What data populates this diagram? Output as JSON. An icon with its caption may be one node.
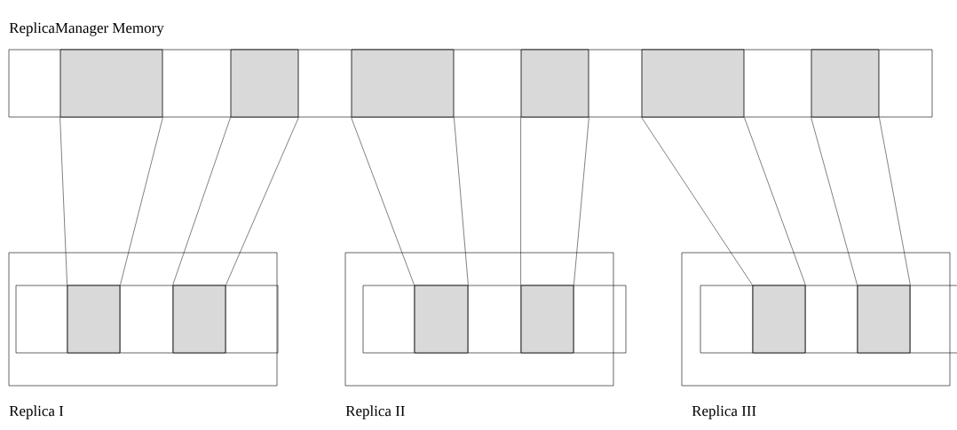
{
  "diagram": {
    "nodes": [
      {
        "text": [
          "ReplicaManager Memory"
        ]
      },
      {
        "text": [],
        "shape": "box",
        "in": 0
      },
      {
        "text": [],
        "shape": "box",
        "in": 0
      },
      {
        "text": [],
        "shape": "box",
        "in": 0
      },
      {
        "text": [],
        "shape": "box",
        "in": 0
      },
      {
        "text": [],
        "shape": "box",
        "in": 0
      },
      {
        "text": [],
        "shape": "box",
        "in": 0
      },
      {
        "text": [
          "Replica I"
        ]
      },
      {
        "text": [],
        "shape": "box",
        "in": 7
      },
      {
        "text": [],
        "shape": "box",
        "in": 7
      },
      {
        "text": [
          "Replica II"
        ]
      },
      {
        "text": [],
        "shape": "box",
        "in": 10
      },
      {
        "text": [],
        "shape": "box",
        "in": 10
      },
      {
        "text": [
          "Replica III"
        ]
      },
      {
        "text": [],
        "shape": "box",
        "in": 13
      },
      {
        "text": [],
        "shape": "box",
        "in": 13
      }
    ],
    "edges": [
      {
        "from": 1,
        "to": 8,
        "arrow": "none"
      },
      {
        "from": 1,
        "to": 8,
        "arrow": "none"
      },
      {
        "from": 2,
        "to": 9,
        "arrow": "none"
      },
      {
        "from": 2,
        "to": 9,
        "arrow": "none"
      },
      {
        "from": 3,
        "to": 11,
        "arrow": "none"
      },
      {
        "from": 3,
        "to": 11,
        "arrow": "none"
      },
      {
        "from": 4,
        "to": 12,
        "arrow": "none"
      },
      {
        "from": 4,
        "to": 12,
        "arrow": "none"
      },
      {
        "from": 5,
        "to": 14,
        "arrow": "none"
      },
      {
        "from": 5,
        "to": 14,
        "arrow": "none"
      },
      {
        "from": 6,
        "to": 15,
        "arrow": "none"
      },
      {
        "from": 6,
        "to": 15,
        "arrow": "none"
      }
    ]
  }
}
